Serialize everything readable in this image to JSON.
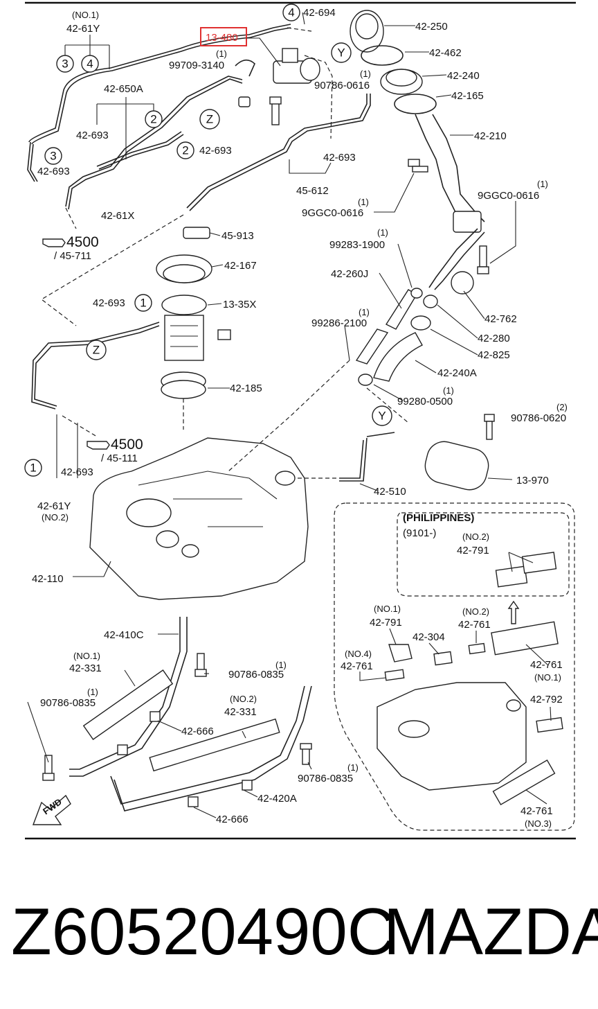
{
  "parts": {
    "p42_61y_top": "42-61Y",
    "no1_top": "(NO.1)",
    "p42_650a": "42-650A",
    "p42_693_a": "42-693",
    "p42_693_b": "42-693",
    "p42_61x": "42-61X",
    "p13_480": "13-480",
    "p99709": "99709-3140",
    "p99709_qty": "(1)",
    "p42_694": "42-694",
    "p90786_0616": "90786-0616",
    "p90786_qty": "(1)",
    "p42_693_c": "42-693",
    "p42_693_d": "42-693",
    "p45_612": "45-612",
    "p9ggc_a": "9GGC0-0616",
    "p9ggc_a_qty": "(1)",
    "p9ggc_b": "9GGC0-0616",
    "p9ggc_b_qty": "(1)",
    "p42_250": "42-250",
    "p42_462": "42-462",
    "p42_240": "42-240",
    "p42_165": "42-165",
    "p42_210": "42-210",
    "p4500_a": "4500",
    "p45_711": "/ 45-711",
    "p45_913": "45-913",
    "p42_167": "42-167",
    "p42_693_e": "42-693",
    "p13_35x": "13-35X",
    "p99283": "99283-1900",
    "p99283_qty": "(1)",
    "p42_260j": "42-260J",
    "p42_762": "42-762",
    "p99286": "99286-2100",
    "p99286_qty": "(1)",
    "p42_280": "42-280",
    "p42_825": "42-825",
    "p42_240a": "42-240A",
    "p99280": "99280-0500",
    "p99280_qty": "(1)",
    "p42_185": "42-185",
    "p4500_b": "4500",
    "p45_111": "/ 45-111",
    "p90786_0620": "90786-0620",
    "p90786_0620_qty": "(2)",
    "p42_693_f": "42-693",
    "p42_61y_bot": "42-61Y",
    "no2_bot": "(NO.2)",
    "p42_510": "42-510",
    "p13_970": "13-970",
    "p42_110": "42-110",
    "philippines": "(PHILIPPINES)",
    "ph_range": "(9101-)",
    "ph_no2": "(NO.2)",
    "ph_42_791": "42-791",
    "p42_410c": "42-410C",
    "no1_331": "(NO.1)",
    "p42_331_a": "42-331",
    "p90786_0835_a": "90786-0835",
    "p90786_0835_a_qty": "(1)",
    "p90786_0835_b": "90786-0835",
    "p90786_0835_b_qty": "(1)",
    "no2_331": "(NO.2)",
    "p42_331_b": "42-331",
    "p42_666_a": "42-666",
    "p90786_0835_c": "90786-0835",
    "p90786_0835_c_qty": "(1)",
    "p42_420a": "42-420A",
    "p42_666_b": "42-666",
    "fwd": "FWD",
    "r_no1": "(NO.1)",
    "r_42_791": "42-791",
    "r_42_304": "42-304",
    "r_no2": "(NO.2)",
    "r_42_761_a": "42-761",
    "r_no4": "(NO.4)",
    "r_42_761_b": "42-761",
    "r_42_761_c": "42-761",
    "r_no1_b": "(NO.1)",
    "r_42_792": "42-792",
    "r_42_761_d": "42-761",
    "r_no3": "(NO.3)"
  },
  "callouts": {
    "c1": "1",
    "c2": "2",
    "c3": "3",
    "c4": "4",
    "cz": "Z",
    "cy": "Y"
  },
  "footer": {
    "part_number": "Z60520490C",
    "brand": "MAZDA"
  },
  "highlight_color": "#e03030"
}
